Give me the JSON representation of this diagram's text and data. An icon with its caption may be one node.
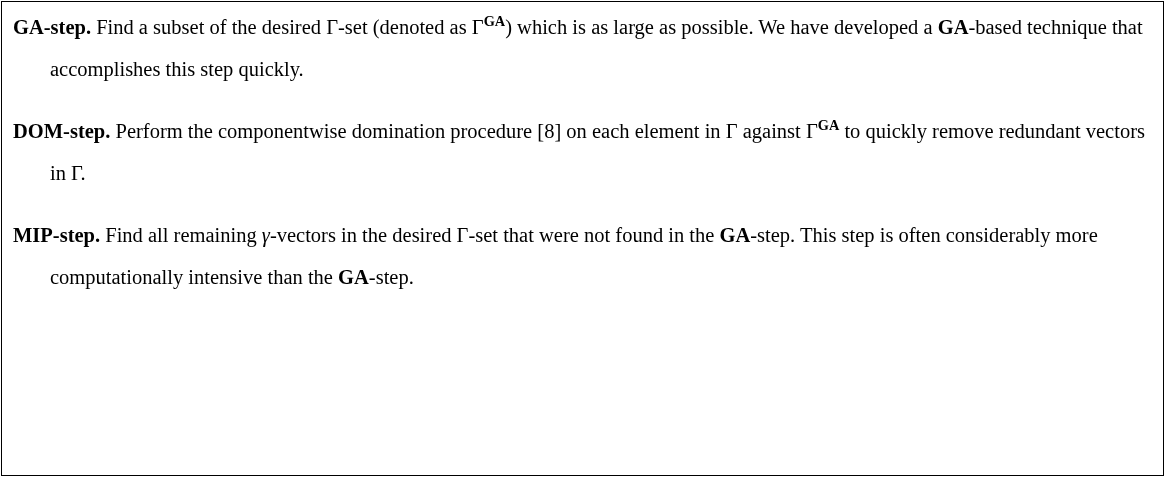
{
  "diagram": {
    "nodes": [
      {
        "text": [
          "**GA-step.** Find a subset of the desired Γ-set (denoted as Γ$^{GA}$) which is as large as possible. We have developed a **GA**-based technique that accomplishes this step quickly.",
          "**DOM-step.** Perform the componentwise domination procedure [8] on each element in Γ against Γ$^{GA}$ to quickly remove redundant vectors in Γ.",
          "**MIP-step.** Find all remaining *γ*-vectors in the desired Γ-set that were not found in the **GA**-step. This step is often considerably more computationally intensive than the **GA**-step."
        ]
      }
    ]
  }
}
